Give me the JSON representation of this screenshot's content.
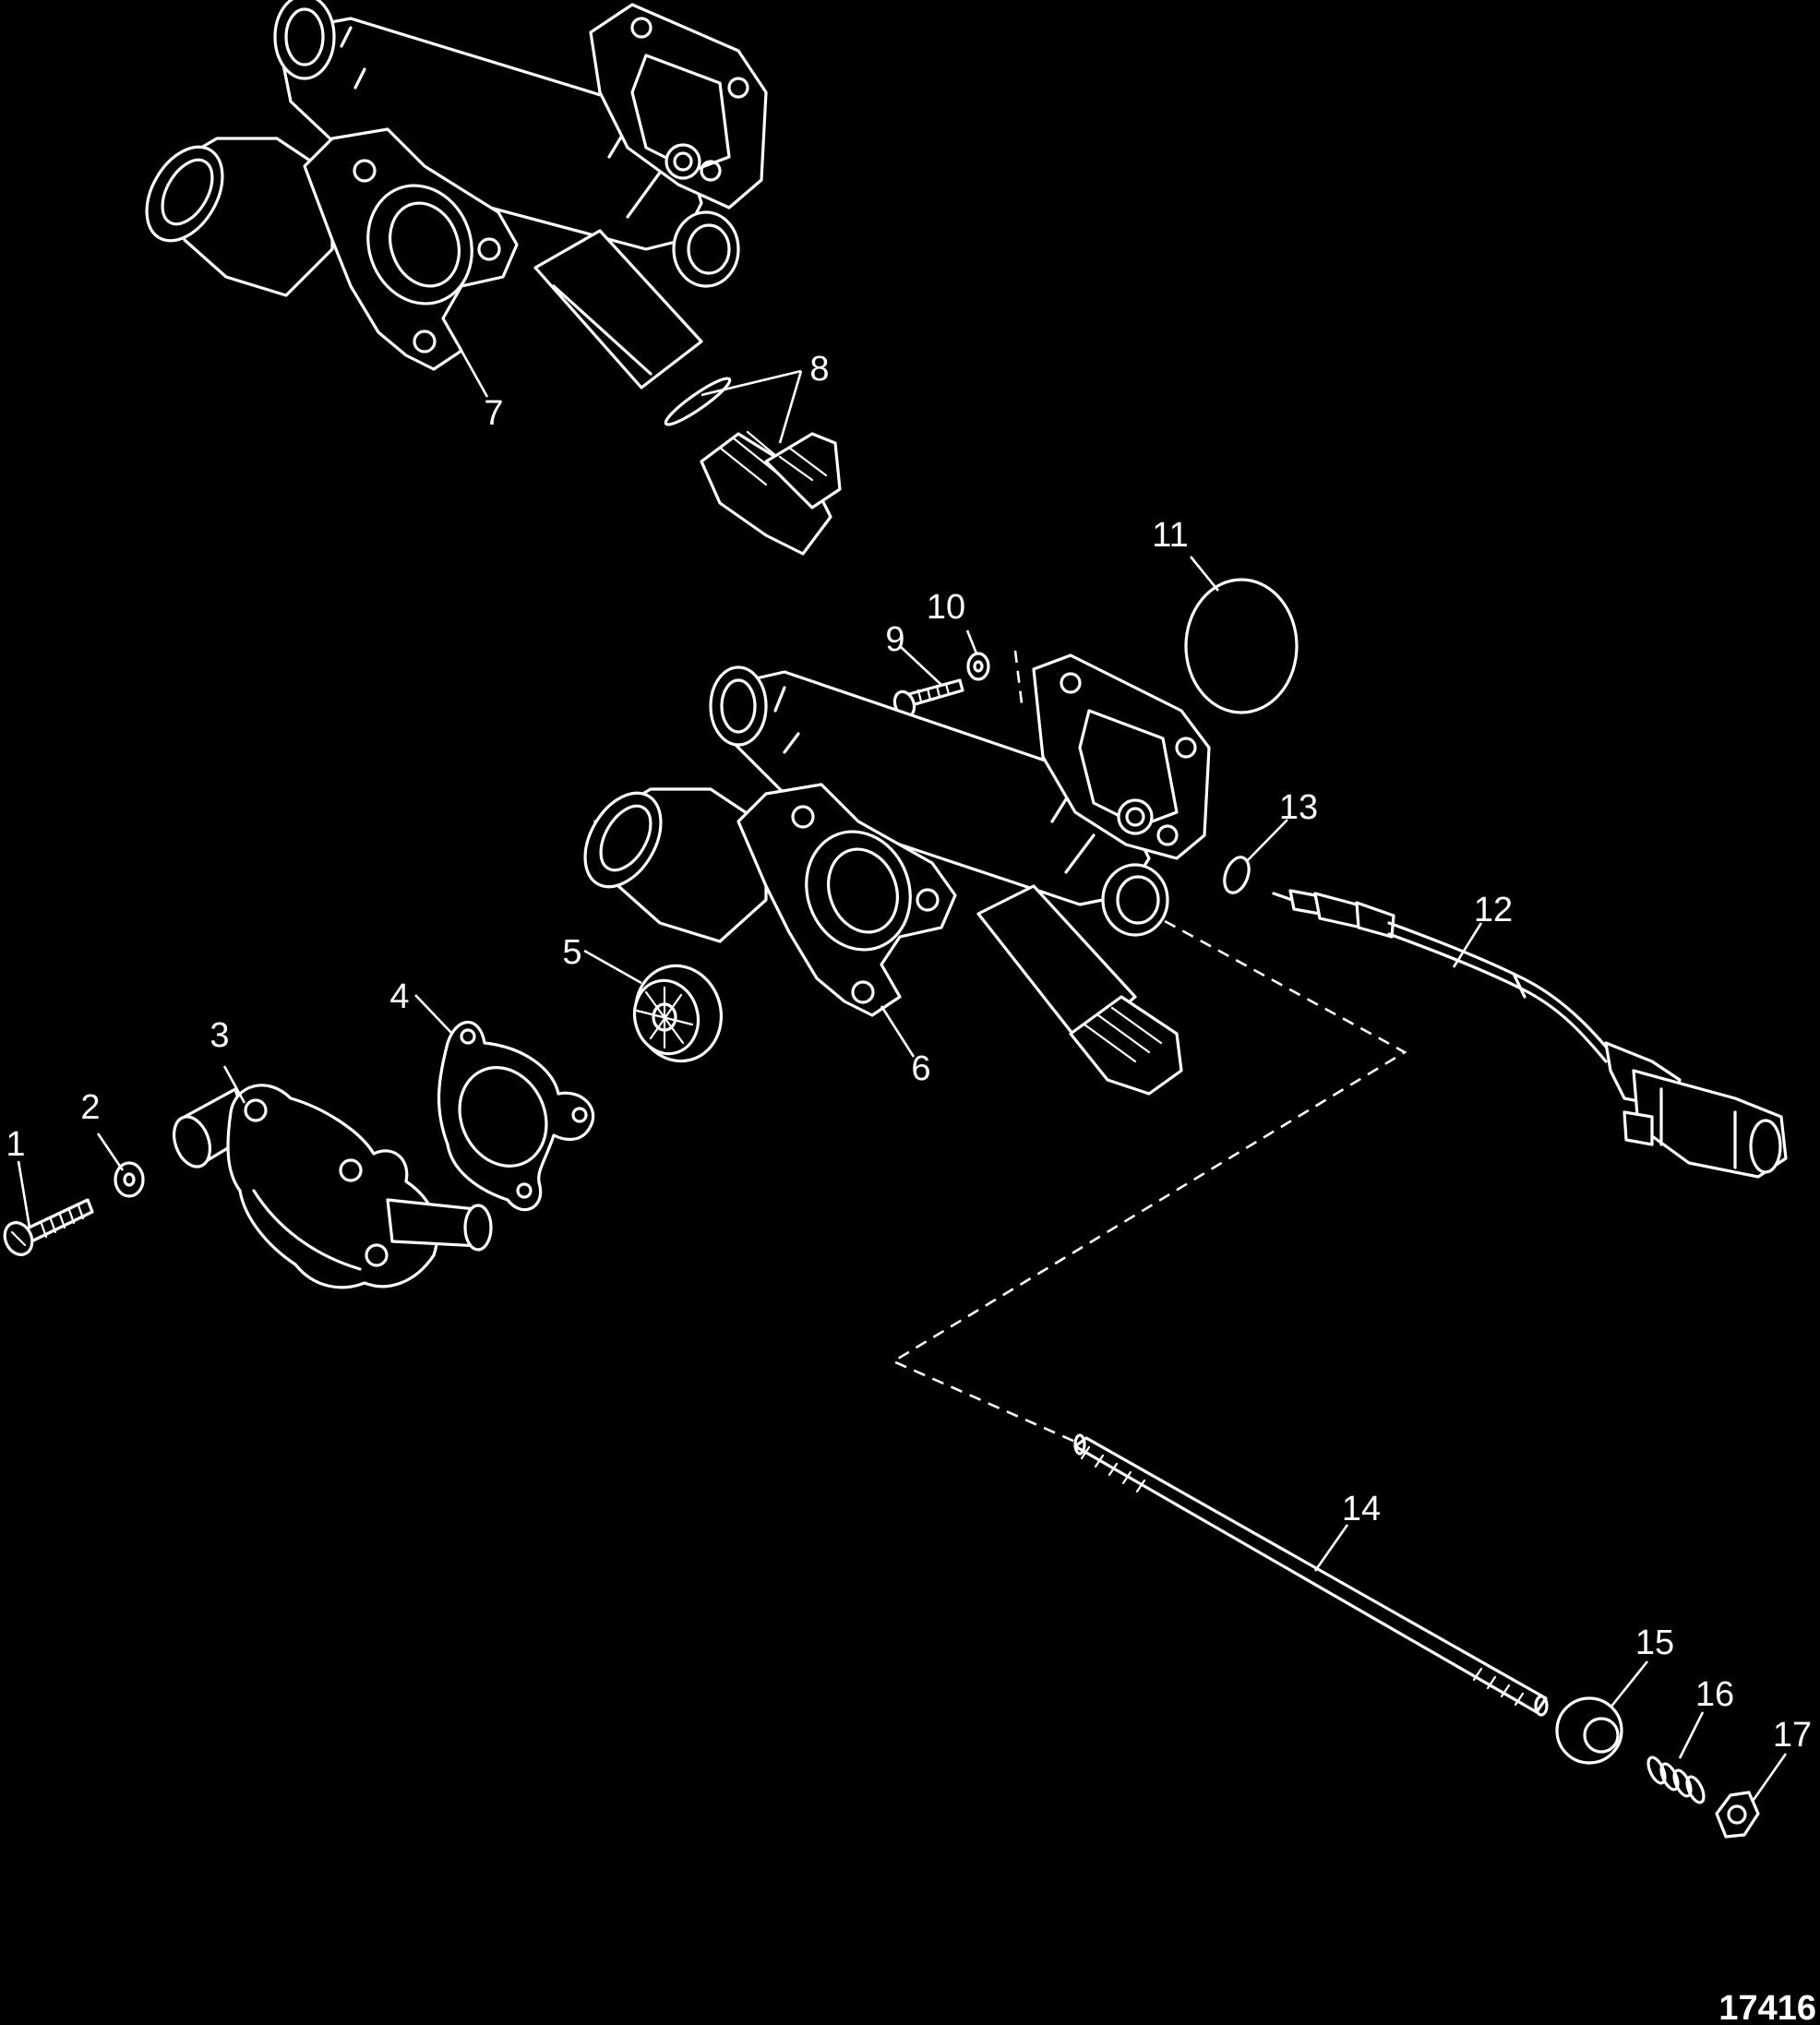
{
  "diagram": {
    "figure_id": "17416",
    "background": "#000000",
    "line_color": "#ffffff",
    "callouts": [
      "1",
      "2",
      "3",
      "4",
      "5",
      "6",
      "7",
      "8",
      "9",
      "10",
      "11",
      "12",
      "13",
      "14",
      "15",
      "16",
      "17"
    ]
  }
}
